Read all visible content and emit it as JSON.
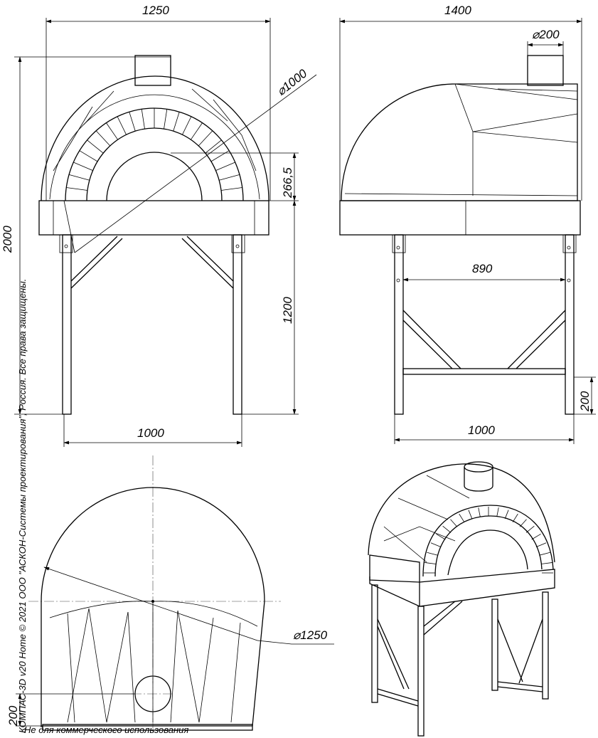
{
  "drawing": {
    "dimensions": {
      "front_width": "1250",
      "side_depth": "1400",
      "chimney_diameter": "⌀200",
      "dome_diameter": "⌀1000",
      "arch_height": "266,5",
      "overall_height": "2000",
      "stand_height": "1200",
      "front_leg_span": "1000",
      "side_inner_span": "890",
      "side_leg_span": "1000",
      "crossbar_height": "200",
      "plan_diameter": "⌀1250",
      "plan_offset": "200"
    },
    "watermark": {
      "copyright": "КОМПАС-3D v20 Home © 2021 ООО \"АСКОН-Системы проектирования\", Россия. Все права защищены.",
      "noncommercial": "Не для коммерческого использования"
    }
  }
}
